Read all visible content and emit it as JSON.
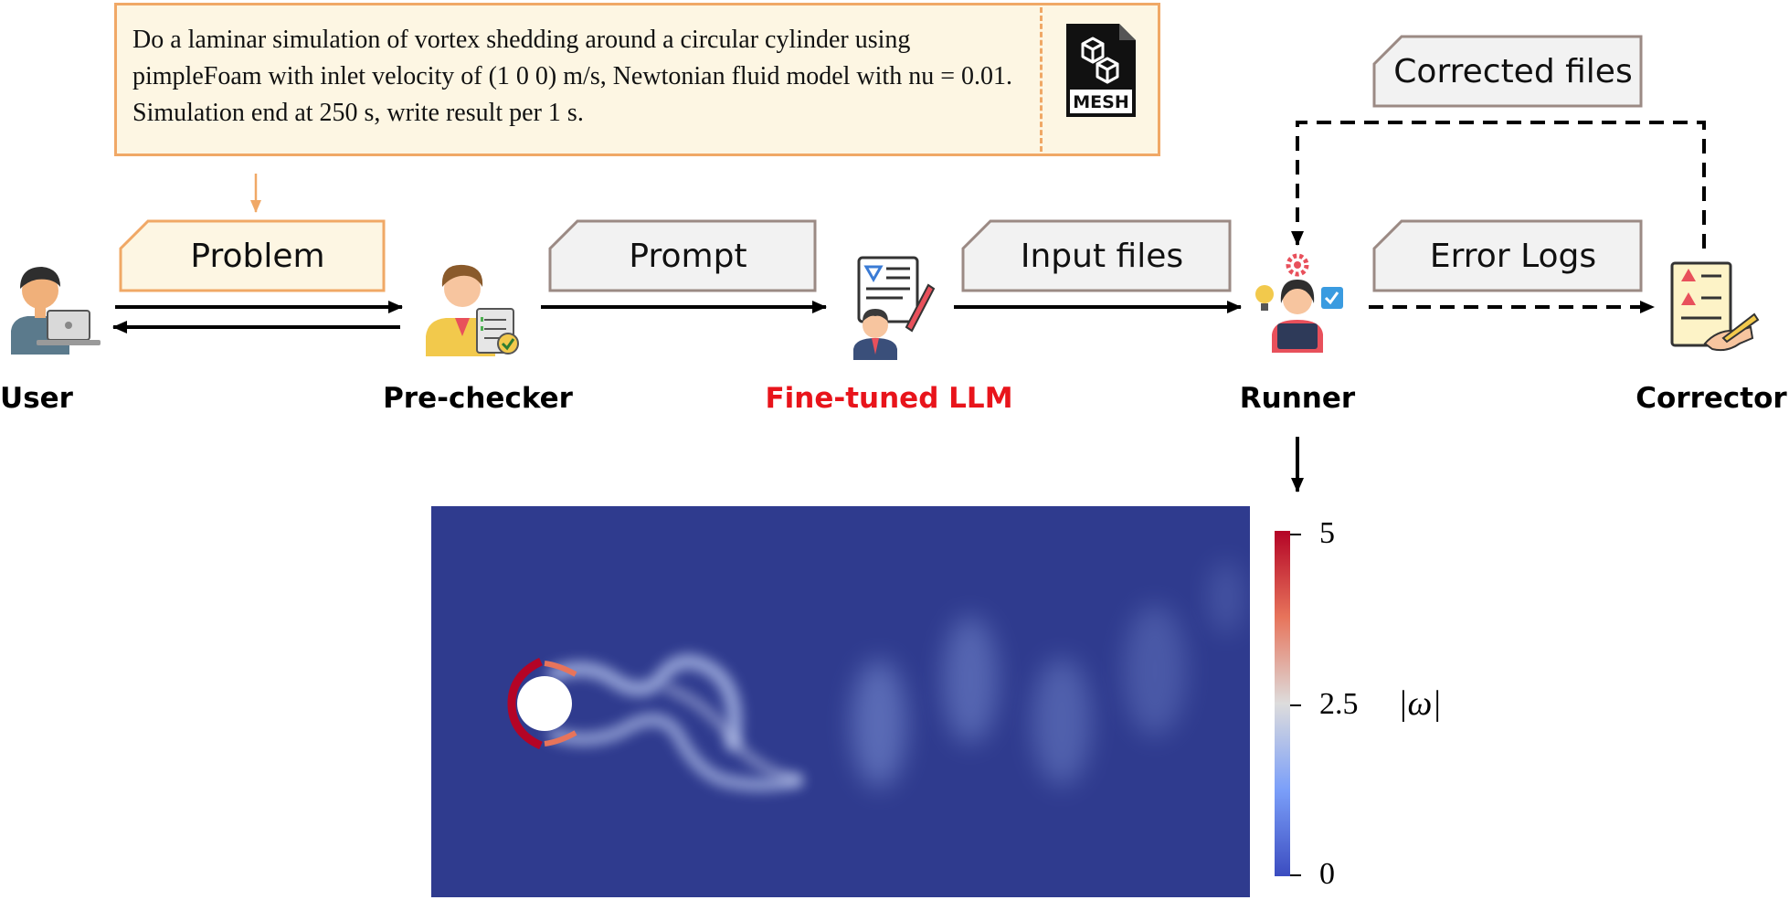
{
  "problem_statement": {
    "text": "Do a laminar simulation of vortex shedding around a circular cylinder using pimpleFoam with inlet velocity of (1 0 0) m/s, Newtonian fluid model with nu = 0.01. Simulation end at 250 s, write result per 1 s.",
    "mesh_icon_label": "MESH"
  },
  "tags": {
    "problem": "Problem",
    "prompt": "Prompt",
    "input_files": "Input files",
    "error_logs": "Error Logs",
    "corrected_files": "Corrected files"
  },
  "nodes": {
    "user": "User",
    "pre_checker": "Pre-checker",
    "llm": "Fine-tuned LLM",
    "runner": "Runner",
    "corrector": "Corrector"
  },
  "colorbar": {
    "max_label": "5",
    "mid_label": "2.5",
    "min_label": "0",
    "quantity_label": "|ω|",
    "colors": [
      "#b40426",
      "#dddcdc",
      "#3b4cc0"
    ]
  },
  "colors": {
    "problem_border": "#f0a866",
    "problem_fill": "#fdf6e3",
    "tag_border": "#9b8a84",
    "tag_fill": "#f2f2f2",
    "llm_label": "#e8141b",
    "flow_background": "#2f3b8e"
  }
}
